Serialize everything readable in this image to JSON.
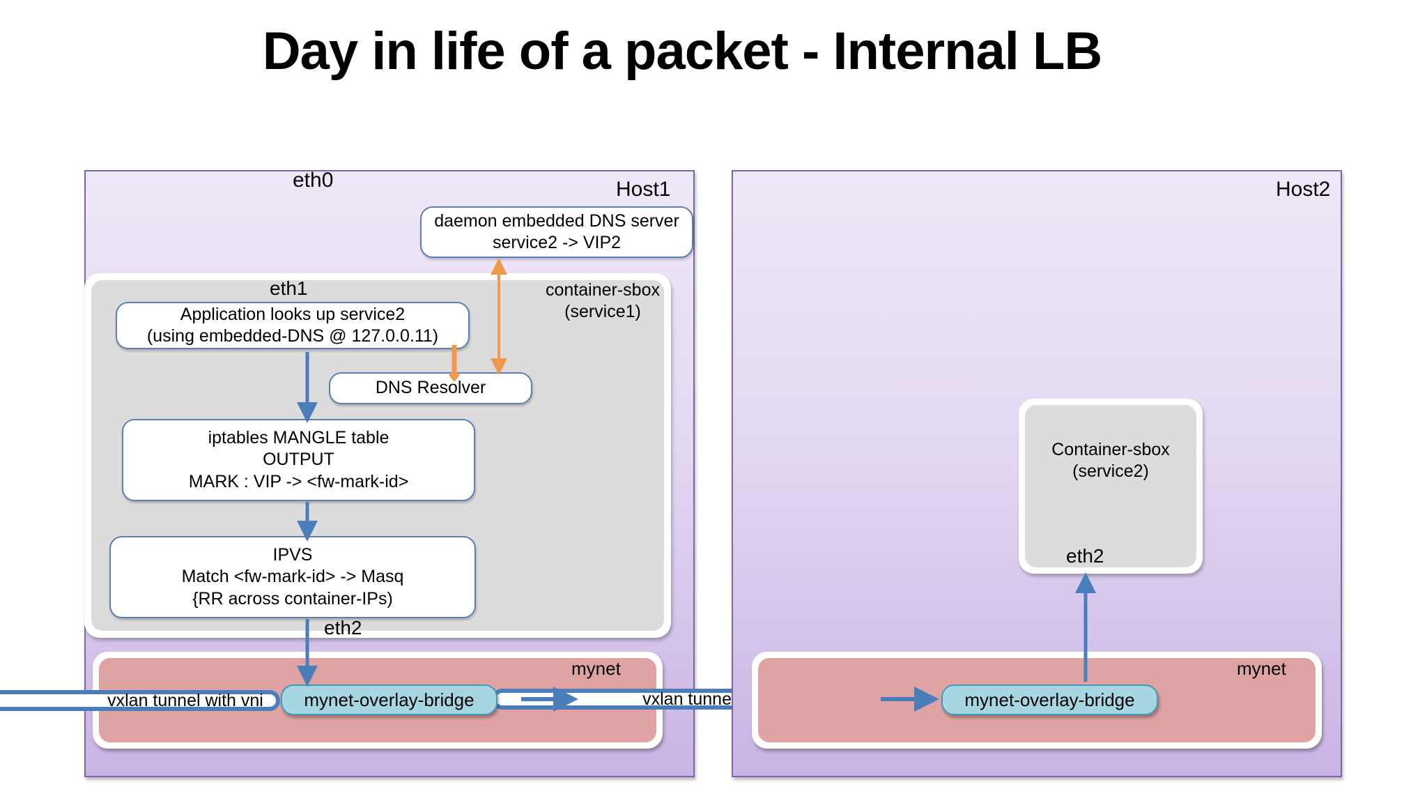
{
  "title": "Day in life of a packet - Internal LB",
  "host1": {
    "label": "Host1",
    "eth0_label": "eth0",
    "dns_server": {
      "line1": "daemon embedded DNS server",
      "line2": "service2 -> VIP2"
    },
    "container": {
      "label_line1": "container-sbox",
      "label_line2": "(service1)",
      "eth1_label": "eth1",
      "eth2_label": "eth2",
      "app_box": {
        "line1": "Application looks up service2",
        "line2": "(using embedded-DNS @ 127.0.0.11)"
      },
      "dns_resolver": "DNS Resolver",
      "iptables_box": {
        "line1": "iptables MANGLE table",
        "line2": "OUTPUT",
        "line3": "MARK : VIP -> <fw-mark-id>"
      },
      "ipvs_box": {
        "line1": "IPVS",
        "line2": "Match <fw-mark-id> -> Masq",
        "line3": "{RR across container-IPs)"
      }
    },
    "network": {
      "label": "mynet",
      "bridge": "mynet-overlay-bridge"
    }
  },
  "host2": {
    "label": "Host2",
    "container": {
      "label_line1": "Container-sbox",
      "label_line2": "(service2)",
      "eth2_label": "eth2"
    },
    "network": {
      "label": "mynet",
      "bridge": "mynet-overlay-bridge"
    }
  },
  "tunnels": {
    "left": "vxlan tunnel with vni",
    "middle": "vxlan tunnel with vni"
  },
  "colors": {
    "flow_arrow": "#4a7ebb",
    "dns_arrow": "#f0994a",
    "network_fill": "#dfa3a3",
    "bridge_fill": "#a6d6e2",
    "container_fill": "#dcdcdc",
    "host_border": "#7b67a6"
  }
}
